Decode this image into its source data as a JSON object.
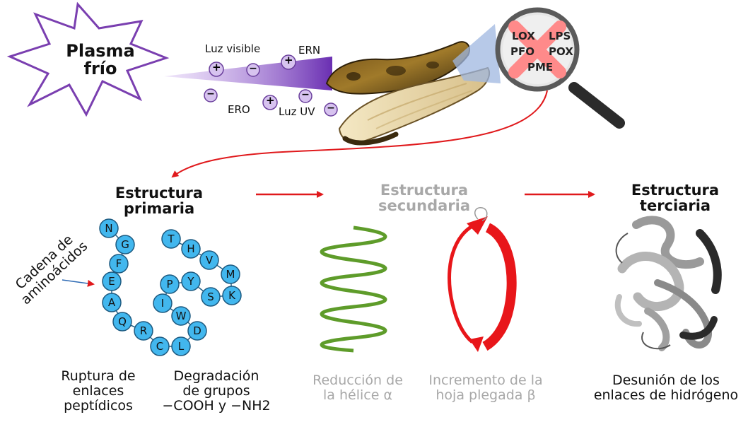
{
  "plasma": {
    "label_line1": "Plasma",
    "label_line2": "frío",
    "colors": {
      "burst": "#7a3fb0",
      "beam": "#8a56c8"
    }
  },
  "plasma_species": {
    "visible_light": "Luz visible",
    "ern": "ERN",
    "ero": "ERO",
    "uv_light": "Luz UV",
    "plus_sign": "+",
    "minus_sign": "−"
  },
  "enzymes": {
    "lox": "LOX",
    "lps": "LPS",
    "pfo": "PFO",
    "pox": "POX",
    "pme": "PME",
    "colors": {
      "cross": "#ff8a8a"
    }
  },
  "primary_structure": {
    "title_line1": "Estructura",
    "title_line2": "primaria",
    "chain_label_line1": "Cadena de",
    "chain_label_line2": "aminoácidos",
    "residues": [
      "N",
      "G",
      "F",
      "E",
      "A",
      "Q",
      "R",
      "C",
      "L",
      "D",
      "W",
      "I",
      "P",
      "Y",
      "S",
      "K",
      "M",
      "V",
      "H",
      "T"
    ],
    "caption_left": [
      "Ruptura de",
      "enlaces",
      "peptídicos"
    ],
    "caption_right": [
      "Degradación",
      "de grupos",
      "−COOH y −NH2"
    ],
    "colors": {
      "residue": "#42b7ee"
    }
  },
  "secondary_structure": {
    "title_line1": "Estructura",
    "title_line2": "secundaria",
    "caption_left": [
      "Reducción de",
      "la hélice α"
    ],
    "caption_right": [
      "Incremento de la",
      "hoja plegada β"
    ],
    "colors": {
      "helix": "#5e9c2a",
      "sheet": "#e8161a"
    }
  },
  "tertiary_structure": {
    "title_line1": "Estructura",
    "title_line2": "terciaria",
    "caption": [
      "Desunión de los",
      "enlaces de hidrógeno"
    ]
  },
  "colors": {
    "arrow": "#e0191c",
    "faded_text": "#a8a8a8"
  }
}
